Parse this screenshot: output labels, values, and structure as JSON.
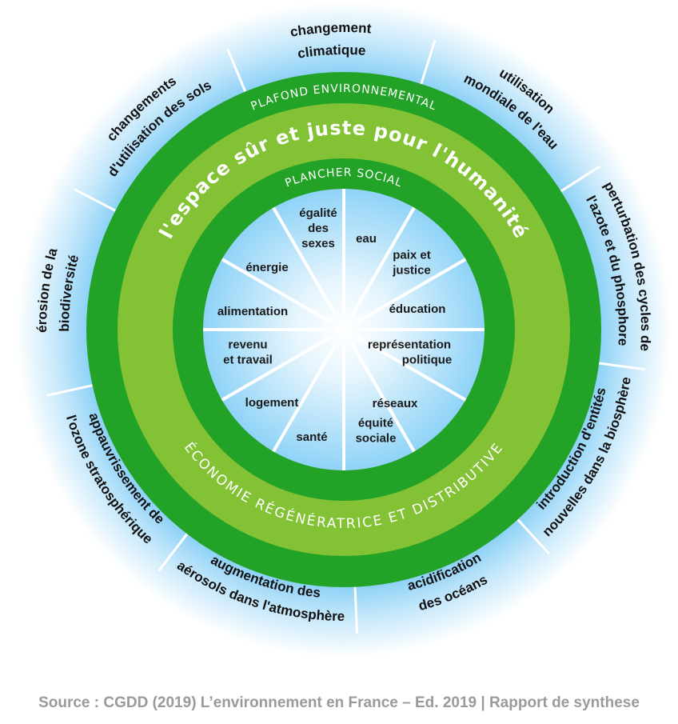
{
  "colors": {
    "dark_green": "#22a227",
    "light_green": "#82c234",
    "sky_blue": "#8fd3f7",
    "pale_blue": "#d8effb",
    "text_dark": "#111111",
    "source_gray": "#9a9a9a"
  },
  "rings": {
    "ceiling": "PLAFOND ENVIRONNEMENTAL",
    "safe_space": "l'espace sûr et juste pour l'humanité",
    "floor": "PLANCHER SOCIAL",
    "economy": "ÉCONOMIE RÉGÉNÉRATRICE ET DISTRIBUTIVE"
  },
  "planetary_boundaries": [
    {
      "lines": [
        "changement",
        "climatique"
      ]
    },
    {
      "lines": [
        "utilisation",
        "mondiale de l'eau"
      ]
    },
    {
      "lines": [
        "perturbation des cycles de",
        "l'azote et du phosphore"
      ]
    },
    {
      "lines": [
        "introduction d'entités",
        "nouvelles dans la biosphère"
      ]
    },
    {
      "lines": [
        "acidification",
        "des océans"
      ]
    },
    {
      "lines": [
        "augmentation des",
        "aérosols dans l'atmosphère"
      ]
    },
    {
      "lines": [
        "appauvrissement de",
        "l'ozone stratosphérique"
      ]
    },
    {
      "lines": [
        "érosion de la",
        "biodiversité"
      ]
    },
    {
      "lines": [
        "changements",
        "d'utilisation des sols"
      ]
    }
  ],
  "social_foundations": [
    {
      "lines": [
        "eau"
      ]
    },
    {
      "lines": [
        "paix et",
        "justice"
      ]
    },
    {
      "lines": [
        "éducation"
      ]
    },
    {
      "lines": [
        "représentation",
        "politique"
      ]
    },
    {
      "lines": [
        "réseaux"
      ]
    },
    {
      "lines": [
        "équité",
        "sociale"
      ]
    },
    {
      "lines": [
        "santé"
      ]
    },
    {
      "lines": [
        "logement"
      ]
    },
    {
      "lines": [
        "revenu",
        "et travail"
      ]
    },
    {
      "lines": [
        "alimentation"
      ]
    },
    {
      "lines": [
        "énergie"
      ]
    },
    {
      "lines": [
        "égalité",
        "des",
        "sexes"
      ]
    }
  ],
  "source": "Source : CGDD (2019) L’environnement en France – Ed. 2019 | Rapport de synthese"
}
